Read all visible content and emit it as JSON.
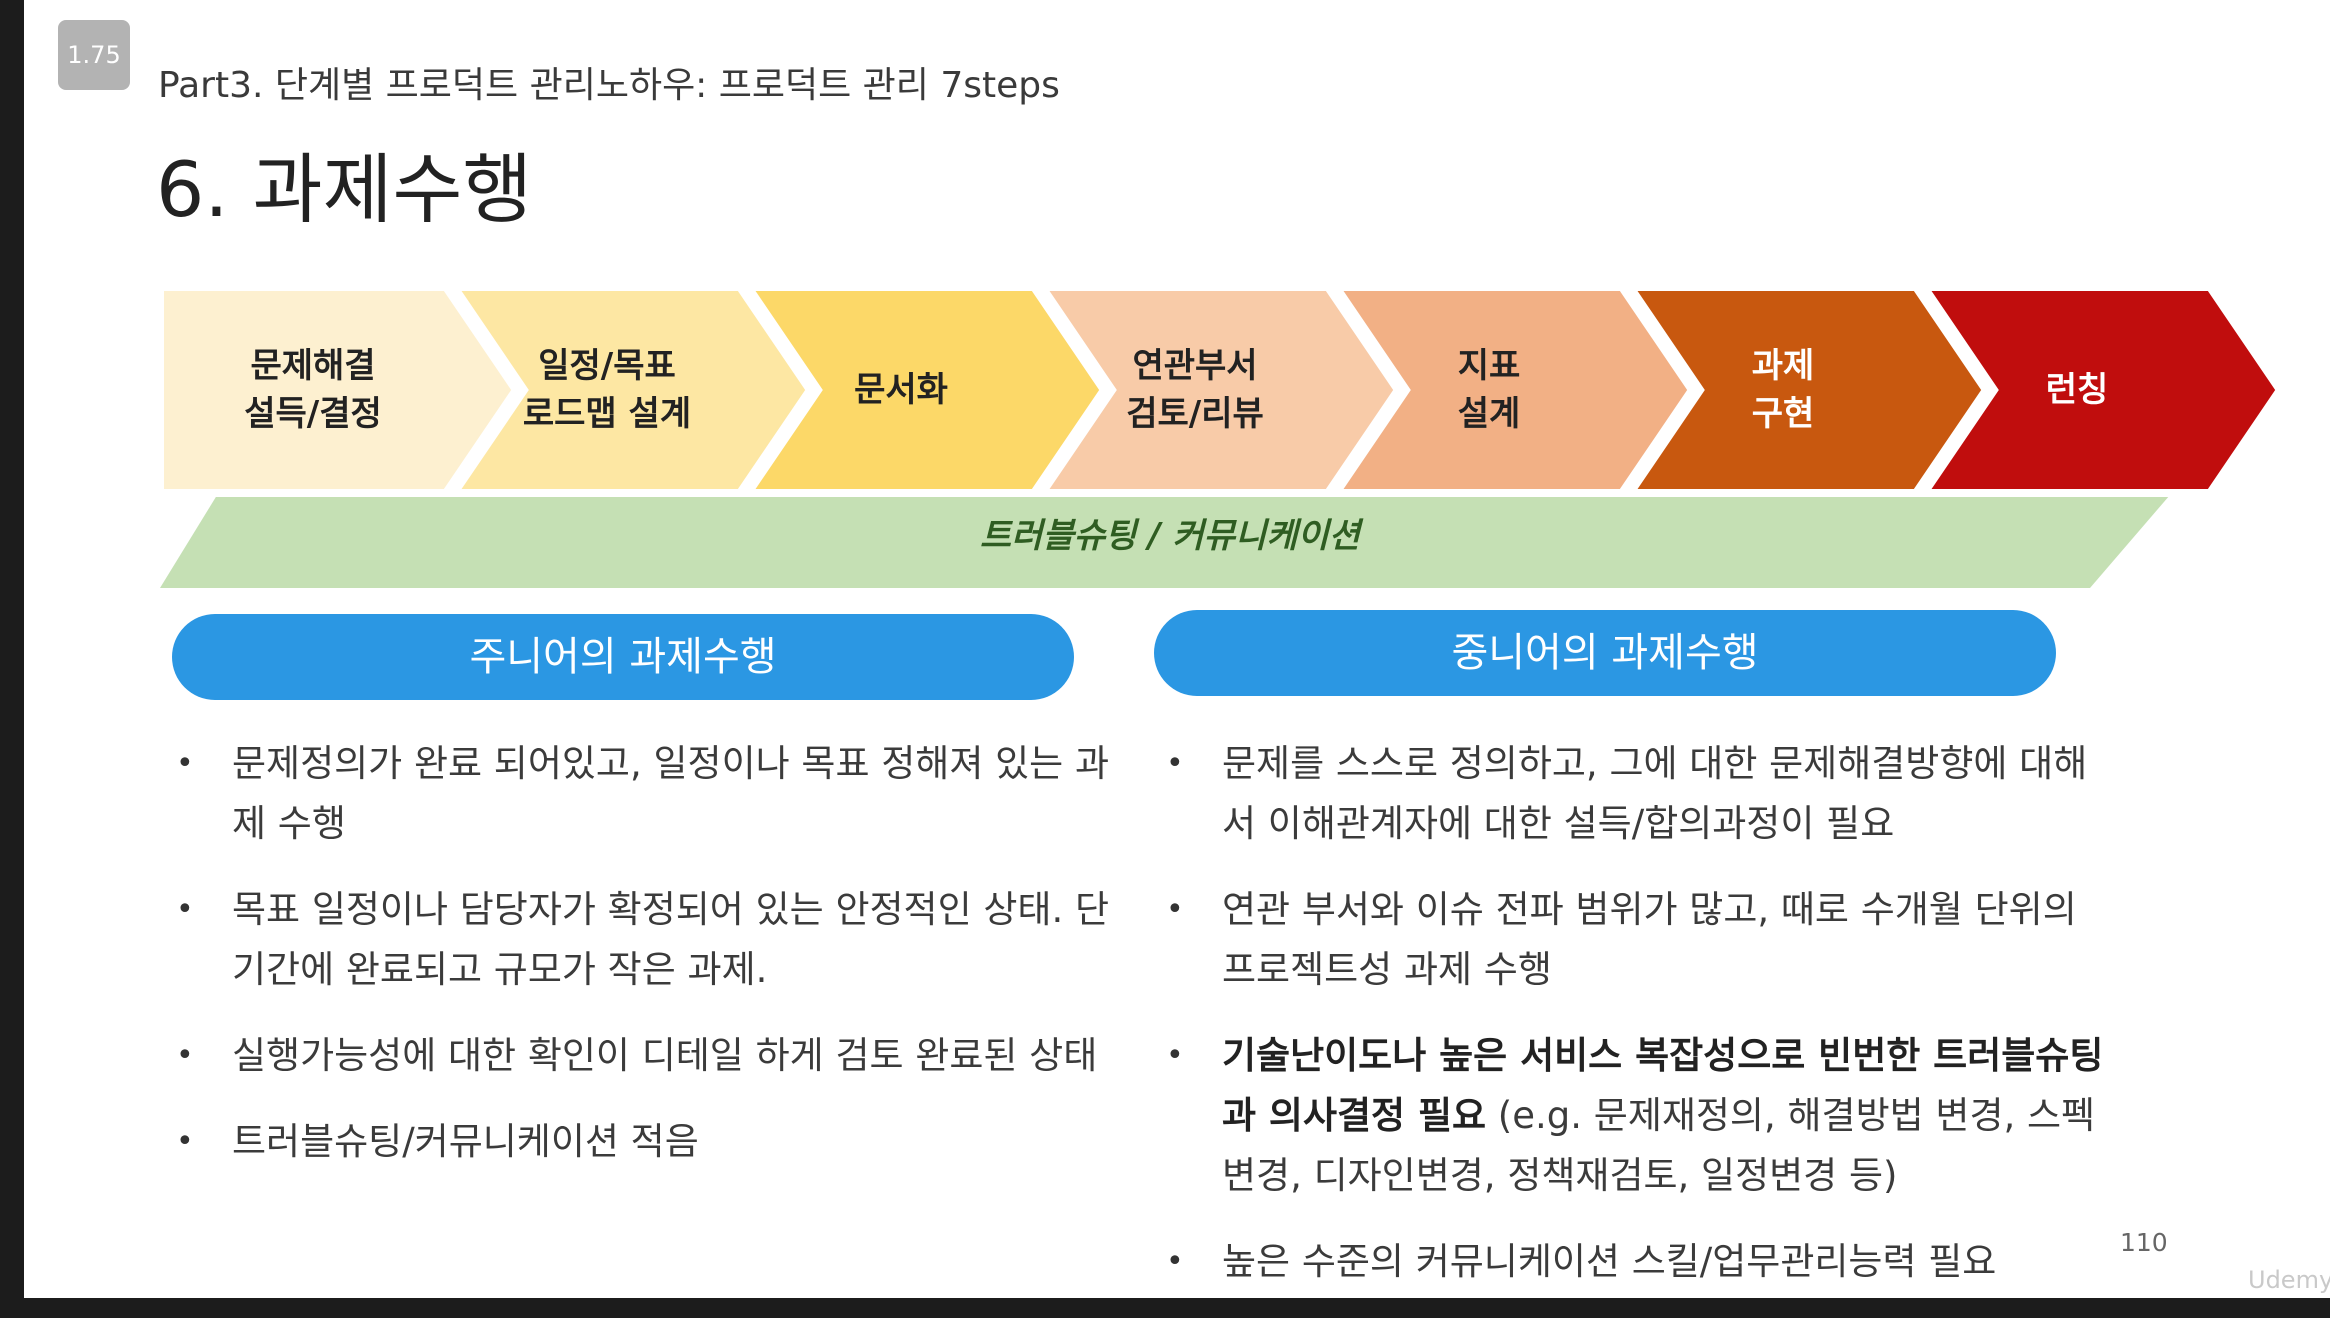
{
  "badge": "1.75",
  "breadcrumb": "Part3. 단계별 프로덕트 관리노하우: 프로덕트 관리 7steps",
  "title": "6. 과제수행",
  "steps": [
    {
      "label": "문제해결\n설득/결정",
      "color": "#fdf0d0"
    },
    {
      "label": "일정/목표\n로드맵 설계",
      "color": "#fde7a3"
    },
    {
      "label": "문서화",
      "color": "#fcd868"
    },
    {
      "label": "연관부서\n검토/리뷰",
      "color": "#f8cba8"
    },
    {
      "label": "지표\n설계",
      "color": "#f2b085"
    },
    {
      "label": "과제\n구현",
      "color": "#c8580f"
    },
    {
      "label": "런칭",
      "color": "#c00d0d"
    }
  ],
  "band_label": "트러블슈팅 / 커뮤니케이션",
  "band_color": "#c5e0b4",
  "junior": {
    "heading": "주니어의 과제수행",
    "items": [
      "문제정의가 완료 되어있고, 일정이나 목표 정해져 있는 과제 수행",
      "목표 일정이나 담당자가 확정되어 있는 안정적인 상태. 단기간에 완료되고 규모가 작은 과제.",
      "실행가능성에 대한 확인이 디테일 하게 검토 완료된 상태",
      "트러블슈팅/커뮤니케이션 적음"
    ]
  },
  "middle": {
    "heading": "중니어의 과제수행",
    "item1": "문제를 스스로 정의하고, 그에 대한 문제해결방향에 대해서 이해관계자에 대한 설득/합의과정이 필요",
    "item2": "연관 부서와 이슈 전파 범위가 많고, 때로 수개월 단위의 프로젝트성 과제 수행",
    "item3_bold": "기술난이도나 높은 서비스 복잡성으로 빈번한 트러블슈팅과 의사결정 필요",
    "item3_rest": " (e.g. 문제재정의, 해결방법 변경, 스펙 변경, 디자인변경, 정책재검토, 일정변경 등)",
    "item4": "높은 수준의 커뮤니케이션 스킬/업무관리능력 필요"
  },
  "page_number": "110",
  "watermark": "Udemy"
}
